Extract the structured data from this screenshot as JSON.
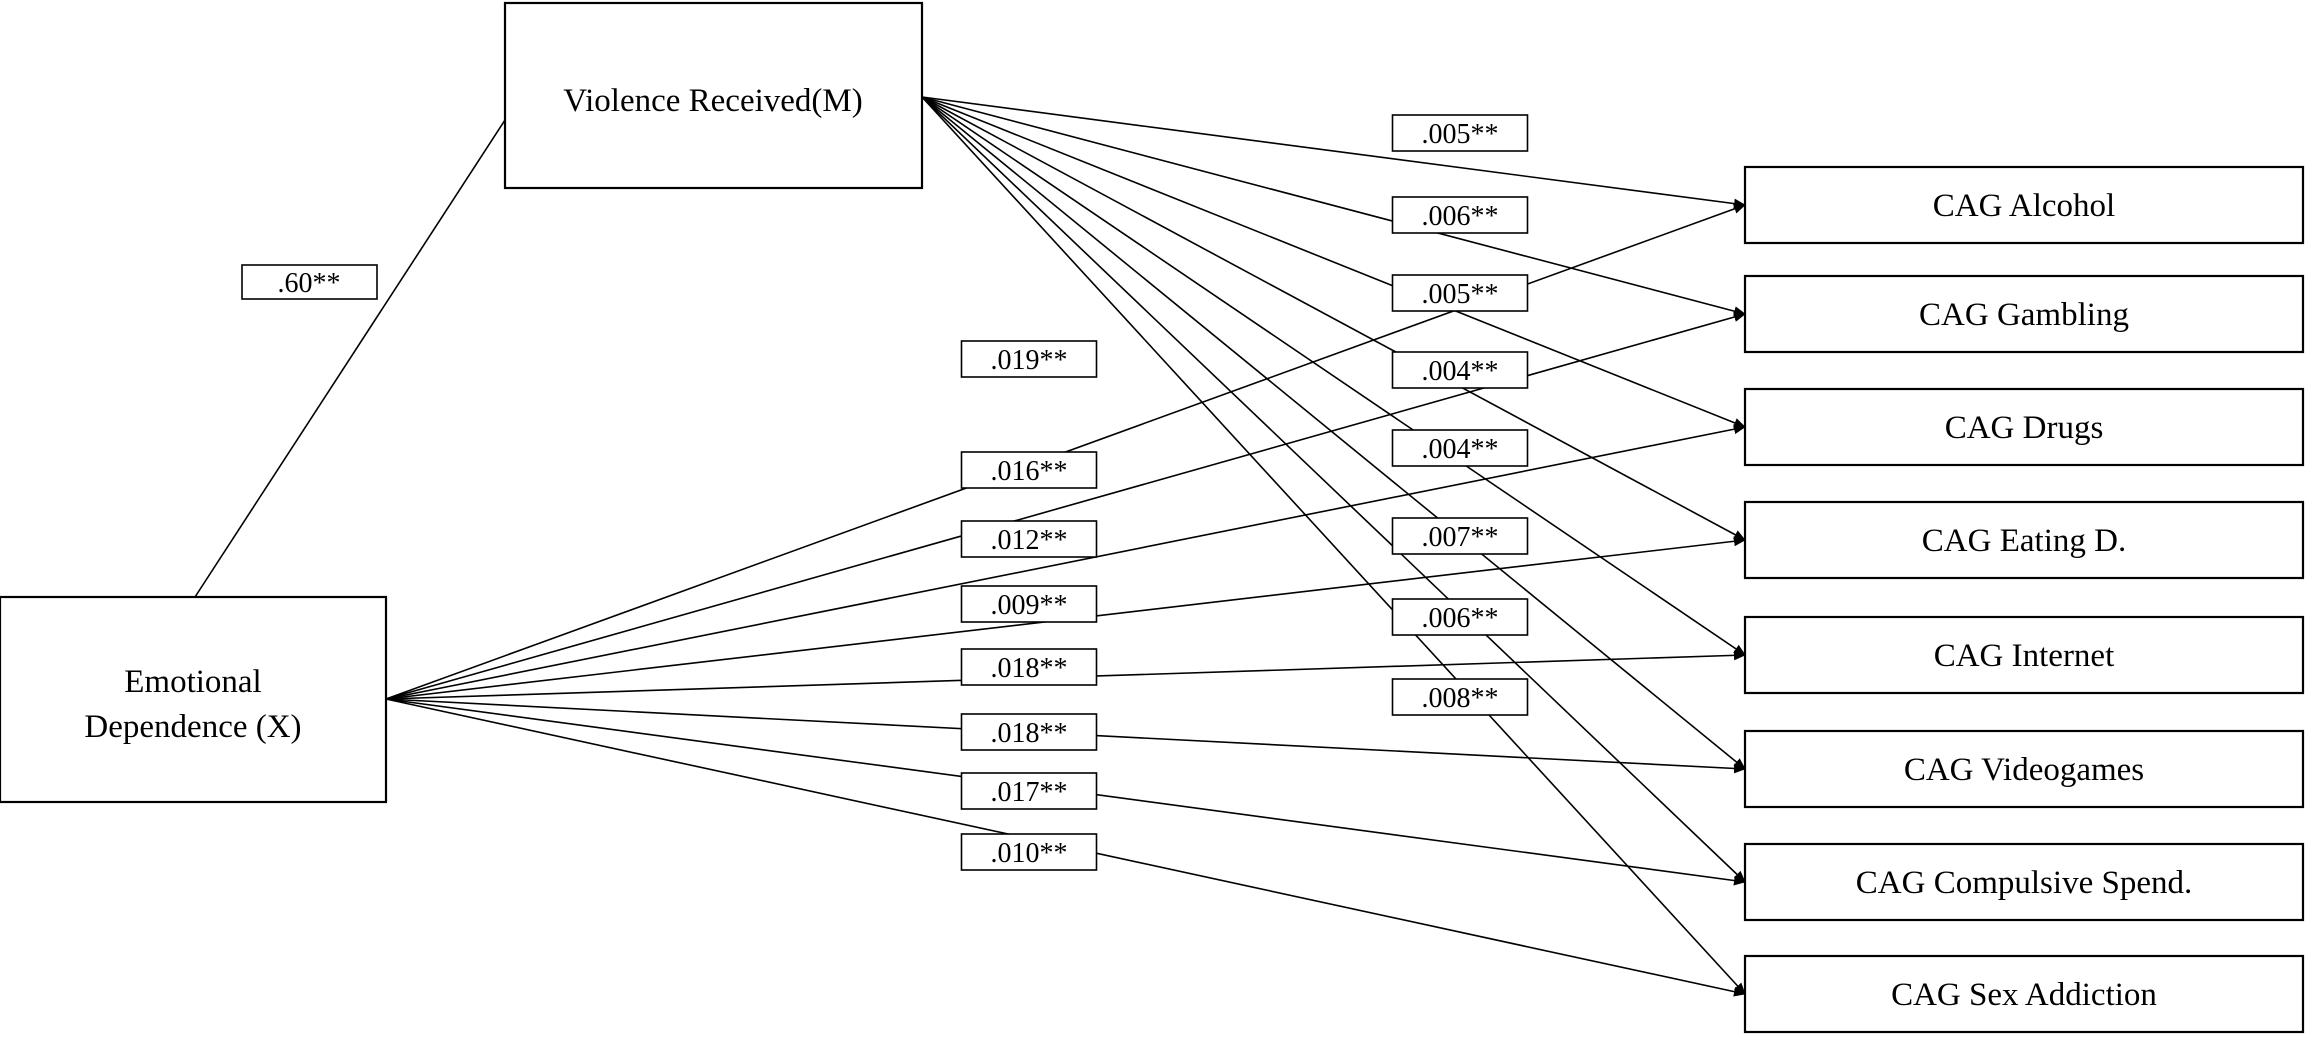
{
  "nodes": {
    "x": {
      "label_line1": "Emotional",
      "label_line2": "Dependence  (X)"
    },
    "m": {
      "label": "Violence Received(M)"
    },
    "outcomes": [
      {
        "id": "alcohol",
        "label": "CAG Alcohol"
      },
      {
        "id": "gambling",
        "label": "CAG Gambling"
      },
      {
        "id": "drugs",
        "label": "CAG Drugs"
      },
      {
        "id": "eating",
        "label": "CAG Eating D."
      },
      {
        "id": "internet",
        "label": "CAG Internet"
      },
      {
        "id": "videogames",
        "label": "CAG Videogames"
      },
      {
        "id": "spending",
        "label": "CAG Compulsive Spend."
      },
      {
        "id": "sex",
        "label": "CAG Sex Addiction"
      }
    ]
  },
  "paths": {
    "x_to_m": ".60**",
    "m_to_outcomes": [
      ".005**",
      ".006**",
      ".005**",
      ".004**",
      ".004**",
      ".007**",
      ".006**",
      ".008**"
    ],
    "x_to_outcomes": [
      ".019**",
      ".016**",
      ".012**",
      ".009**",
      ".018**",
      ".018**",
      ".017**",
      ".010**"
    ]
  }
}
